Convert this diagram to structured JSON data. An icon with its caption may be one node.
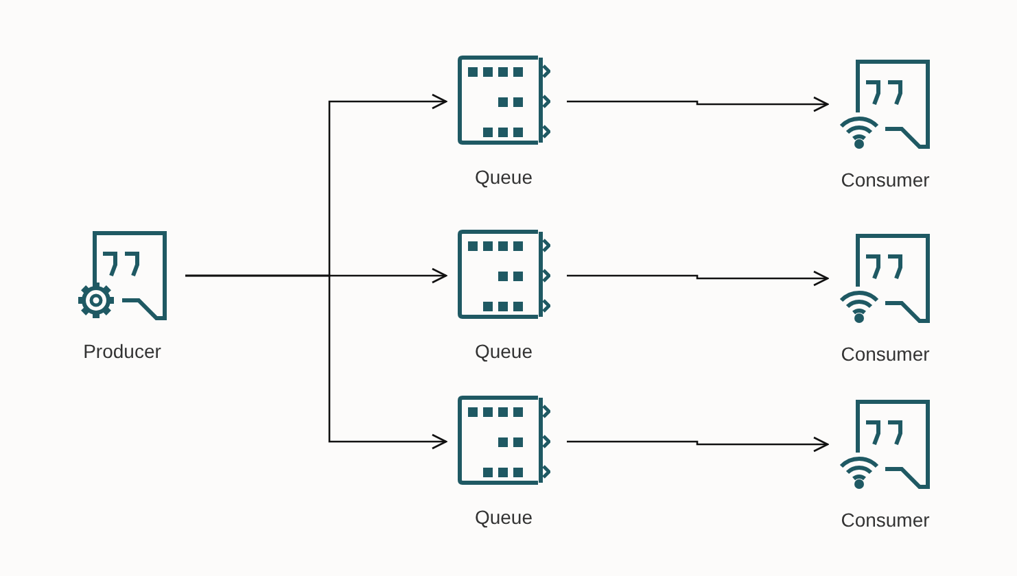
{
  "diagram": {
    "nodes": [
      {
        "text": [
          "Producer"
        ]
      },
      {
        "text": [
          "Queue"
        ]
      },
      {
        "text": [
          "Queue"
        ]
      },
      {
        "text": [
          "Queue"
        ]
      },
      {
        "text": [
          "Consumer"
        ]
      },
      {
        "text": [
          "Consumer"
        ]
      },
      {
        "text": [
          "Consumer"
        ]
      }
    ],
    "edges": [
      {
        "from": 0,
        "to": 1,
        "arrow": "to"
      },
      {
        "from": 0,
        "to": 2,
        "arrow": "to"
      },
      {
        "from": 0,
        "to": 3,
        "arrow": "to"
      },
      {
        "from": 1,
        "to": 4,
        "arrow": "to"
      },
      {
        "from": 2,
        "to": 5,
        "arrow": "to"
      },
      {
        "from": 3,
        "to": 6,
        "arrow": "to"
      }
    ]
  }
}
